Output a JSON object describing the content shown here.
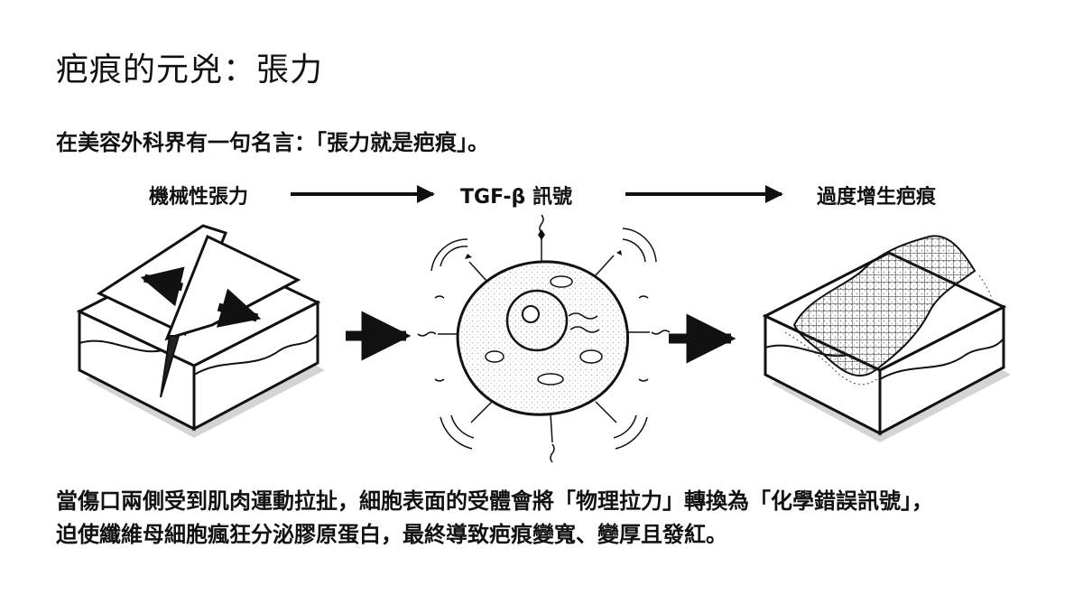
{
  "title": "疤痕的元兇：張力",
  "subtitle": "在美容外科界有一句名言：「張力就是疤痕」。",
  "flow": {
    "step1": "機械性張力",
    "step2": "TGF-β 訊號",
    "step3": "過度增生疤痕"
  },
  "caption": {
    "line1": "當傷口兩側受到肌肉運動拉扯，細胞表面的受體會將「物理拉力」轉換為「化學錯誤訊號」，",
    "line2": "迫使纖維母細胞瘋狂分泌膠原蛋白，最終導致疤痕變寬、變厚且發紅。"
  },
  "colors": {
    "ink": "#111111",
    "shadow": "#d4d4d4",
    "paper": "#ffffff"
  }
}
